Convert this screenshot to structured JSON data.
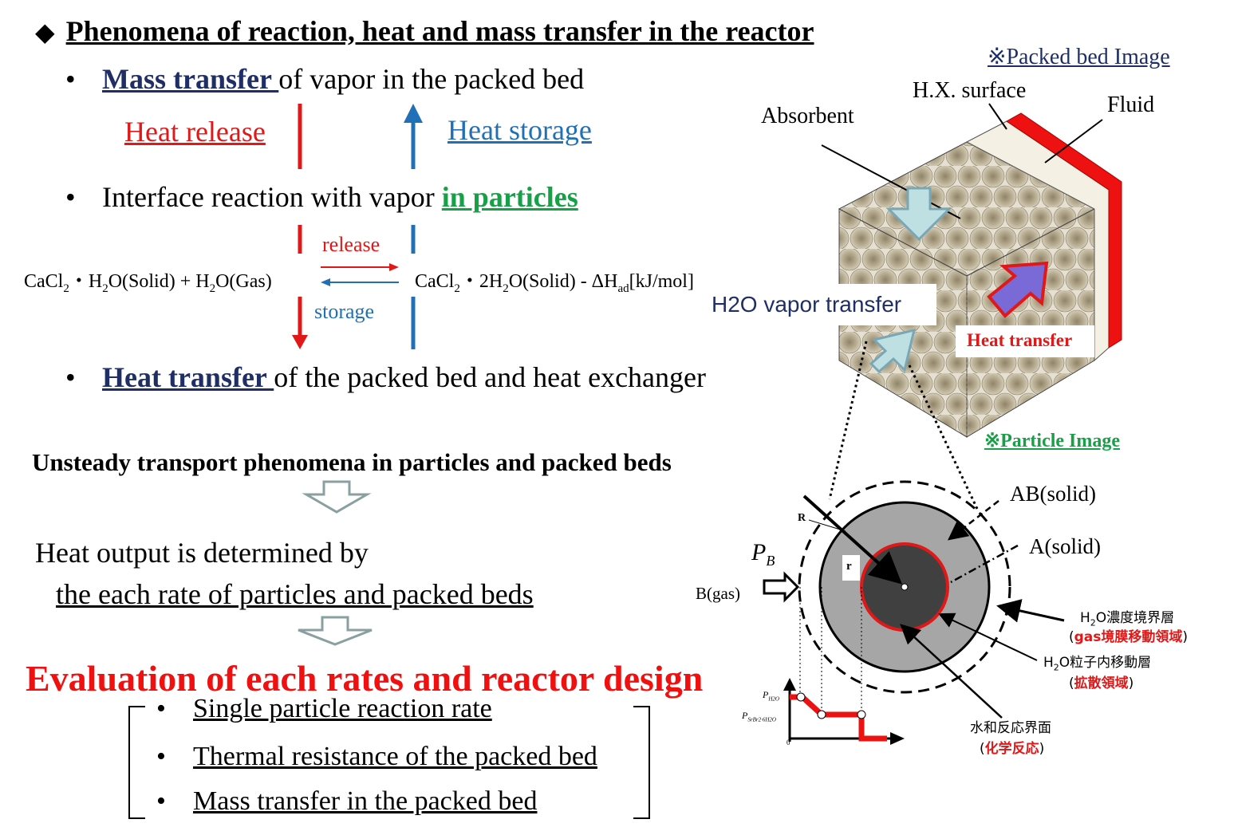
{
  "title": "Phenomena of reaction, heat and mass transfer in the reactor",
  "bullets": {
    "mass_transfer_strong": "Mass transfer ",
    "mass_transfer_rest": "of vapor in the packed bed",
    "interface_rest": "Interface reaction with vapor ",
    "interface_strong": "in particles",
    "heat_transfer_strong": "Heat transfer ",
    "heat_transfer_rest": "of the packed bed and heat exchanger"
  },
  "arrows": {
    "heat_release": "Heat release",
    "heat_storage": "Heat storage",
    "release": "release",
    "storage": "storage"
  },
  "equation": {
    "left": {
      "a": "CaCl",
      "a_sub": "2",
      "b": "・H",
      "b_sub": "2",
      "c": "O(Solid) + H",
      "c_sub": "2",
      "d": "O(Gas)"
    },
    "right": {
      "a": "CaCl",
      "a_sub": "2",
      "b": "・2H",
      "b_sub": "2",
      "c": "O(Solid) - ΔH",
      "c_sub": "ad",
      "d": "[kJ/mol]"
    }
  },
  "flow": {
    "unsteady": "Unsteady transport phenomena in particles and packed beds",
    "heat_output_line1": "Heat output is determined by",
    "heat_output_line2": "the each rate of particles and packed beds",
    "evaluation": "Evaluation of each rates and reactor design"
  },
  "rates": [
    "Single particle reaction rate",
    "Thermal resistance of the packed bed",
    "Mass transfer in the packed bed"
  ],
  "packed_bed": {
    "caption": "※Packed bed Image",
    "hx_surface": "H.X. surface",
    "fluid": "Fluid",
    "absorbent": "Absorbent",
    "vapor_transfer": "H2O  vapor transfer",
    "heat_transfer": "Heat transfer"
  },
  "particle": {
    "caption": "※Particle Image",
    "ab_solid": "AB(solid)",
    "a_solid": "A(solid)",
    "pb": "P",
    "pb_sub": "B",
    "b_gas": "B(gas)",
    "R": "R",
    "r": "r",
    "conc_layer_a": "H",
    "conc_layer_sub": "2",
    "conc_layer_b": "O濃度境界層",
    "conc_layer_note": "gas境膜移動領域",
    "diff_layer_a": "H",
    "diff_layer_sub": "2",
    "diff_layer_b": "O粒子内移動層",
    "diff_layer_note": "拡散領域",
    "interface": "水和反応界面",
    "interface_note": "化学反応",
    "p_h2o": "P",
    "p_h2o_sub": "H2O",
    "p_eq": "P",
    "p_eq_sub": "SrBr2·6H2O",
    "zero": "0"
  },
  "colors": {
    "red": "#e01818",
    "blue": "#2070b8",
    "navy": "#1f2f66",
    "green": "#18a048",
    "particle_outer": "#a6a6a6",
    "particle_core": "#404040",
    "bead": "#b5a98c"
  }
}
